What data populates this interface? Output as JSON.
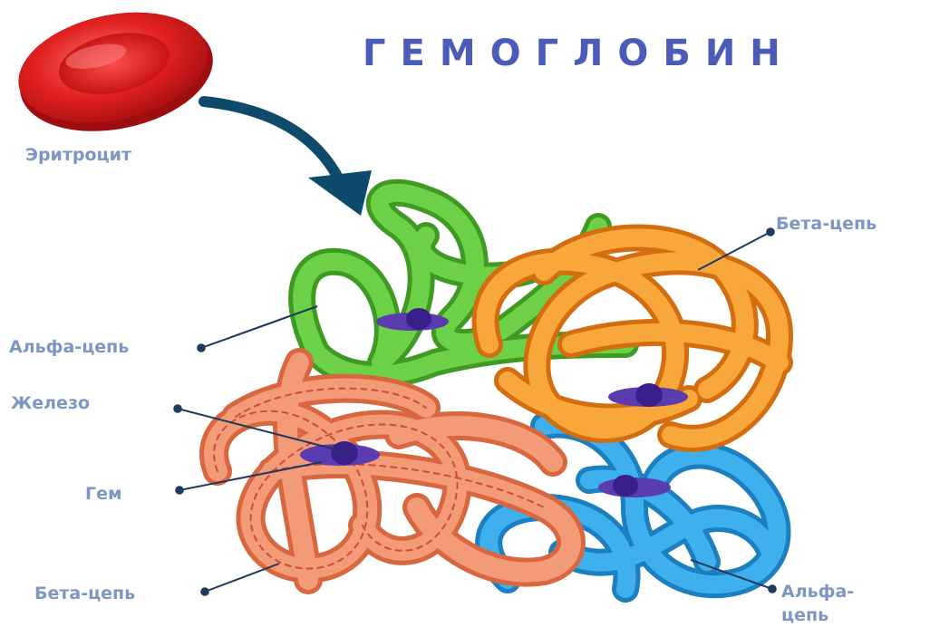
{
  "title": "ГЕМОГЛОБИН",
  "labels": {
    "erythrocyte": "Эритроцит",
    "beta_chain_top": "Бета-цепь",
    "alpha_chain_left": "Альфа-цепь",
    "iron": "Железо",
    "heme": "Гем",
    "beta_chain_bottom": "Бета-цепь",
    "alpha_chain_bottom": "Альфа-\nцепь"
  },
  "colors": {
    "title": "#4a5bb8",
    "label": "#7d96c4",
    "erythrocyte": "#e02020",
    "arrow": "#0d4a6b",
    "alpha_chain_green": "#5cc23a",
    "beta_chain_orange": "#f39a22",
    "beta_chain_salmon": "#ef8a62",
    "alpha_chain_blue": "#2f9fe0",
    "heme": "#4a2a9c"
  }
}
